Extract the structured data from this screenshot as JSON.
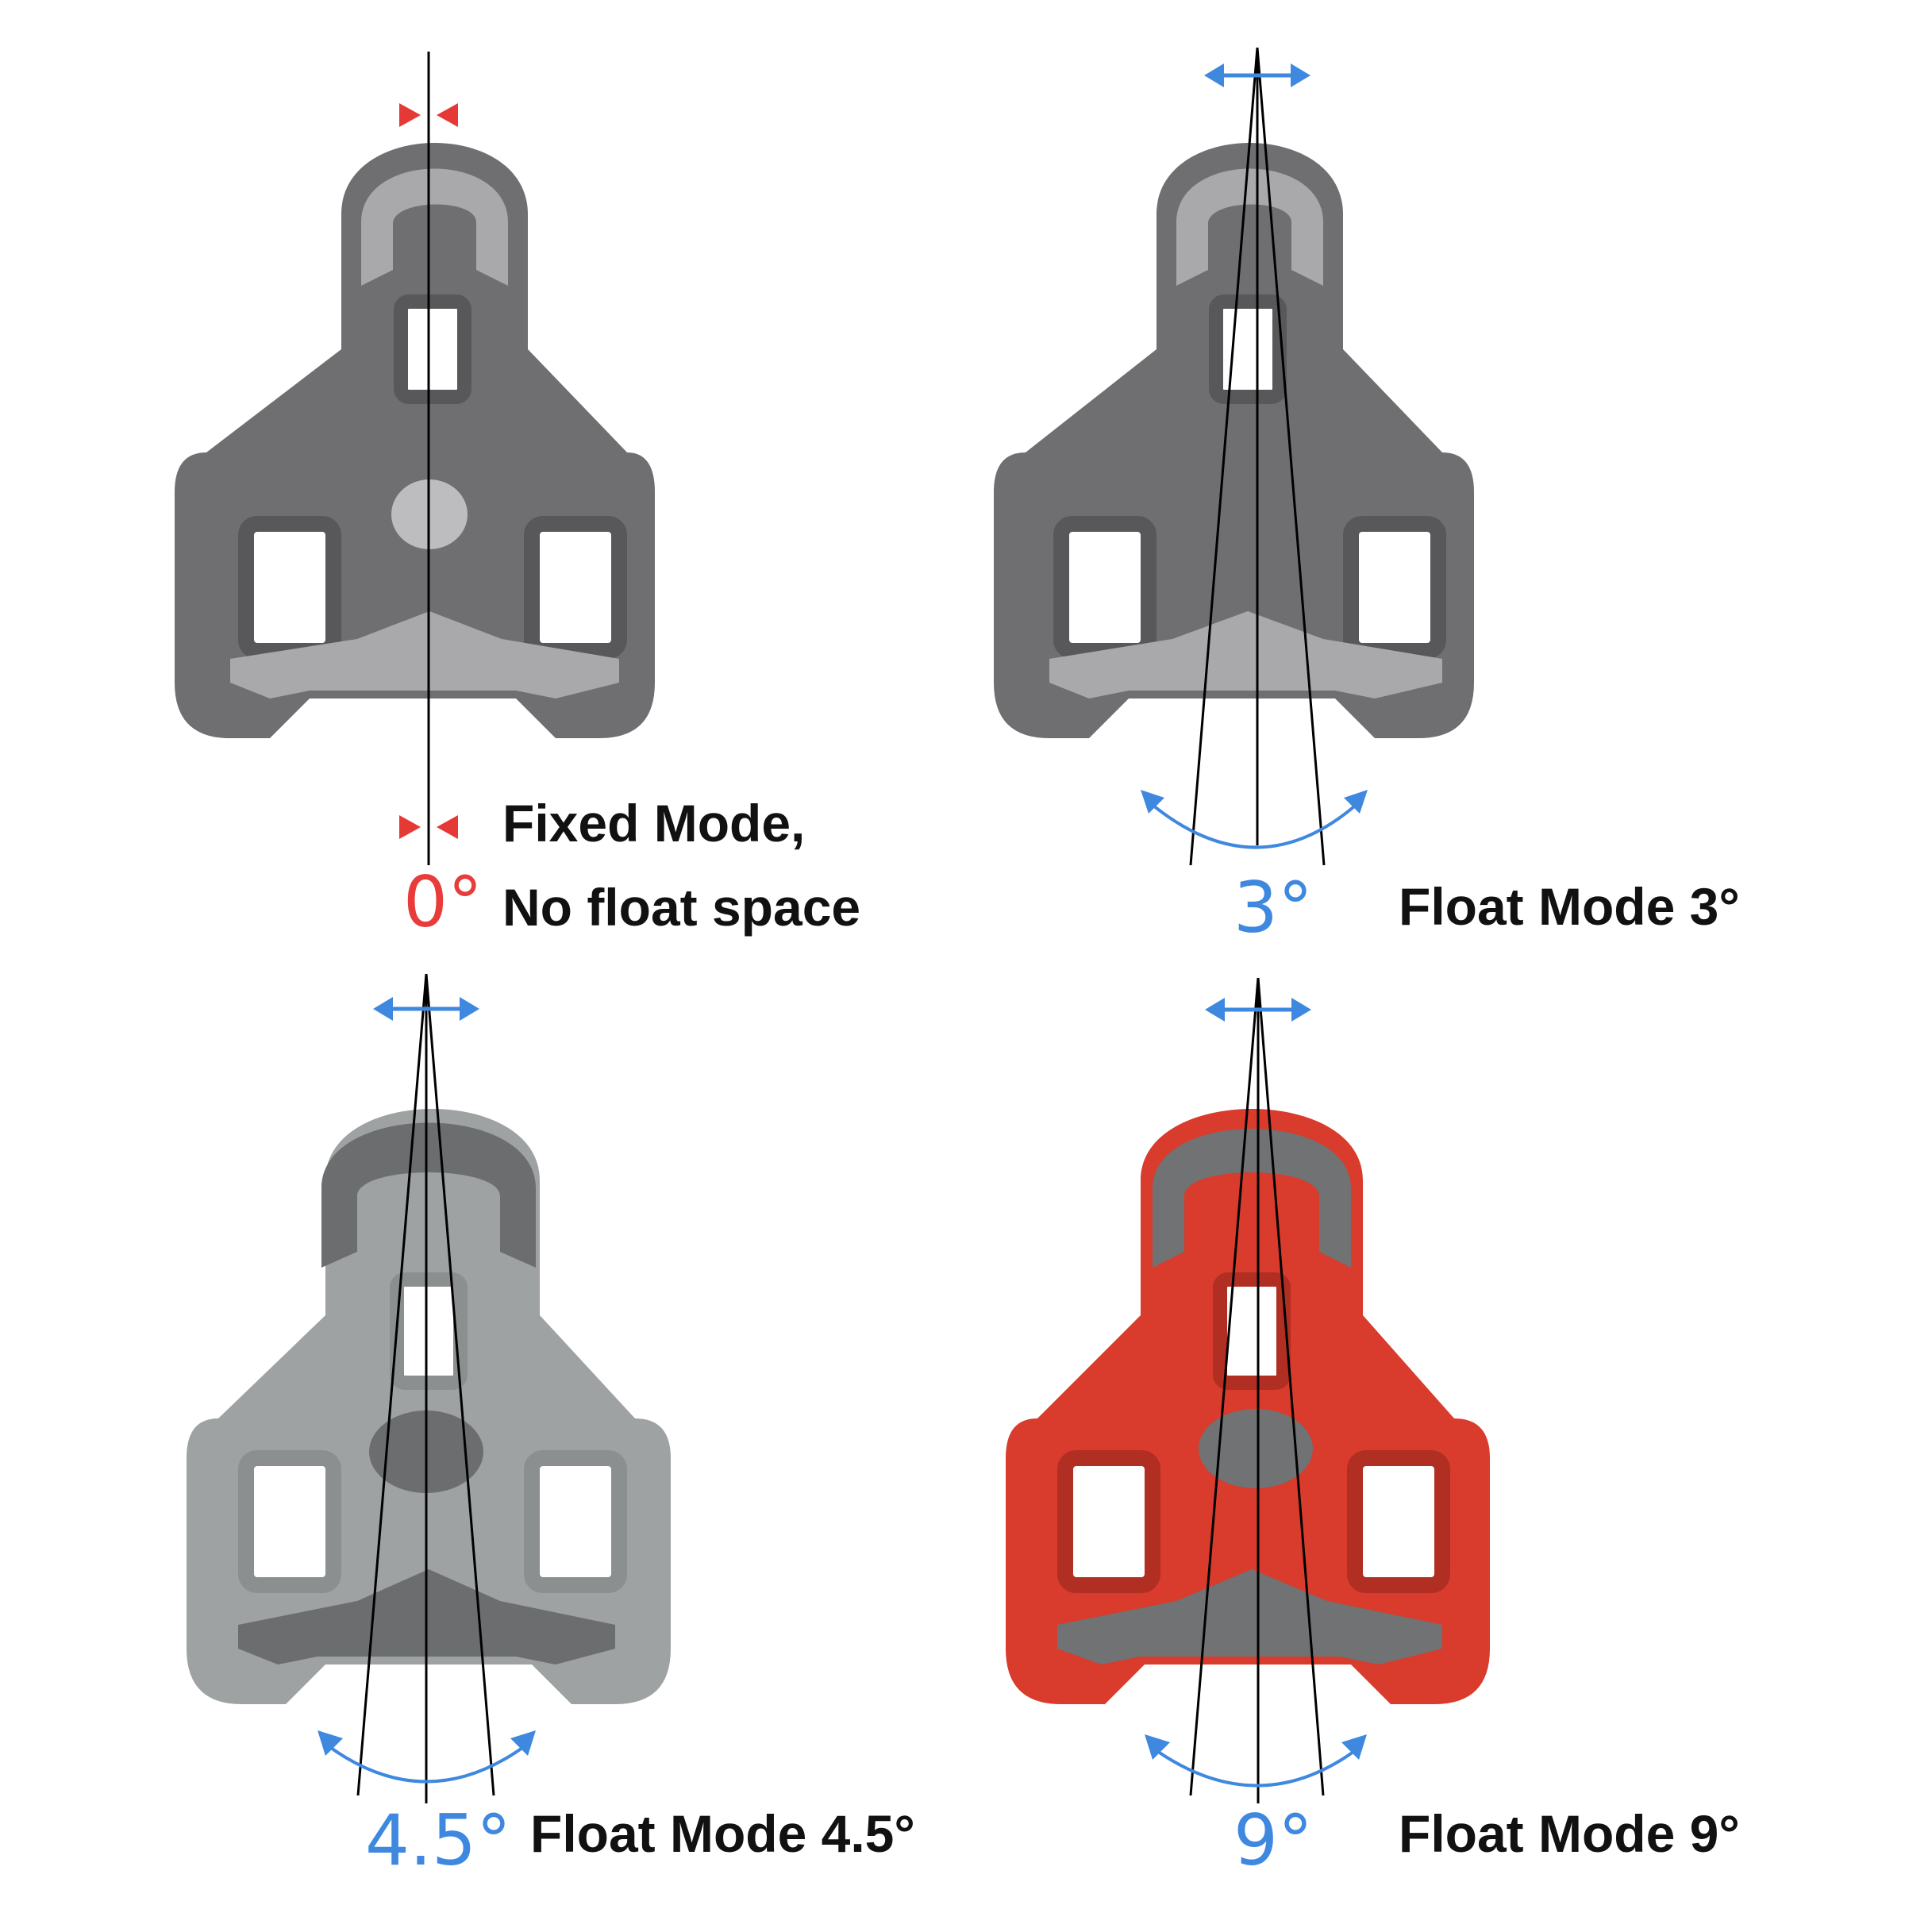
{
  "panels": [
    {
      "id": "fixed",
      "degree": "0°",
      "label_lines": [
        "Fixed Mode,",
        "No float space"
      ],
      "float_degrees": 0,
      "cleat_color": "#6f6f71",
      "pad_color": "#a9a9ab",
      "center_color": "#bdbdbf",
      "degree_color": "#ea3b3b",
      "indicator": "red-fixed-markers"
    },
    {
      "id": "float-3",
      "degree": "3°",
      "label_lines": [
        "Float Mode 3°"
      ],
      "float_degrees": 3,
      "cleat_color": "#6f6f71",
      "pad_color": "#a9a9ab",
      "center_color": "#6f6f71",
      "degree_color": "#3f88e0",
      "indicator": "blue-float-arrows"
    },
    {
      "id": "float-4-5",
      "degree": "4.5°",
      "label_lines": [
        "Float Mode 4.5°"
      ],
      "float_degrees": 4.5,
      "cleat_color": "#9ea2a2",
      "pad_color": "#6b6d6e",
      "center_color": "#6b6d6e",
      "degree_color": "#3f88e0",
      "indicator": "blue-float-arrows"
    },
    {
      "id": "float-9",
      "degree": "9°",
      "label_lines": [
        "Float Mode 9°"
      ],
      "float_degrees": 9,
      "cleat_color": "#d93b2c",
      "pad_color": "#707273",
      "center_color": "#707273",
      "degree_color": "#3f88e0",
      "indicator": "blue-float-arrows"
    }
  ]
}
